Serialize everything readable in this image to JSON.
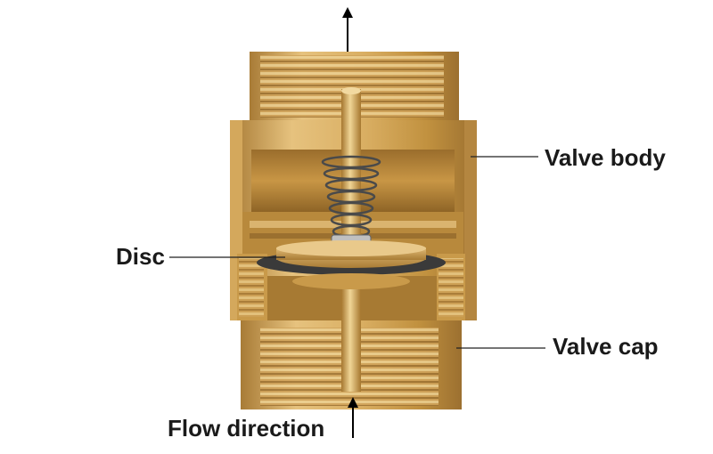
{
  "labels": {
    "valve_body": "Valve body",
    "disc": "Disc",
    "valve_cap": "Valve cap",
    "flow_direction": "Flow direction"
  },
  "colors": {
    "brass_light": "#e8c483",
    "brass_mid": "#c99a4a",
    "brass_dark": "#8a6428",
    "seal": "#3a3a3a",
    "leader_line": "#222222",
    "text": "#1a1a1a"
  }
}
